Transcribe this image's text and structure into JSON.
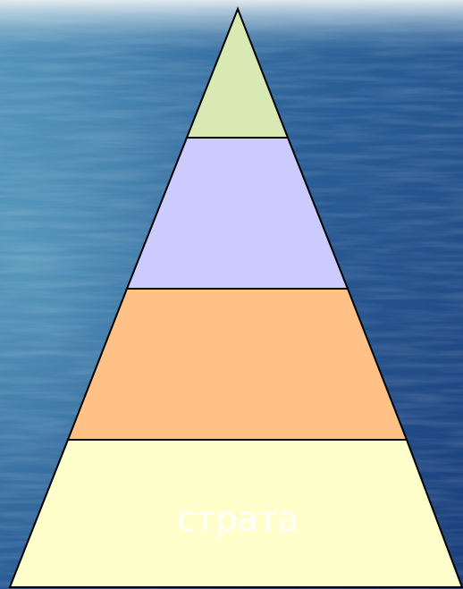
{
  "diagram": {
    "type": "pyramid",
    "layers": [
      {
        "fill": "#d8e9b4"
      },
      {
        "fill": "#cccbff"
      },
      {
        "fill": "#ffc185"
      },
      {
        "fill": "#ffffcc",
        "label": "страта"
      }
    ],
    "outline_color": "#000000",
    "label_color": "#ffffff",
    "background": {
      "style": "sea-photo",
      "colors": [
        "#d8e6ec",
        "#4f8fb8",
        "#2a5e96",
        "#1b3f7c"
      ]
    }
  }
}
